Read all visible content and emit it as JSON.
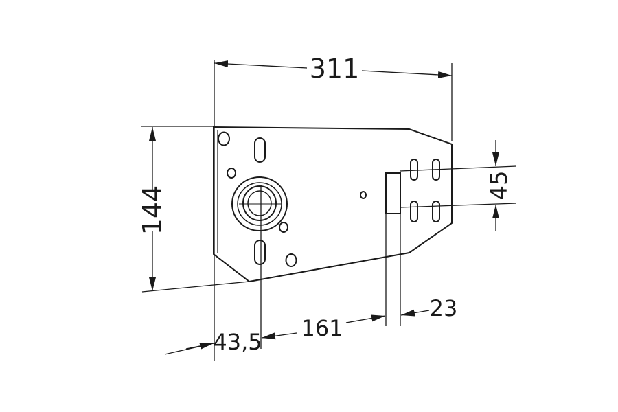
{
  "dimensions": {
    "overall_width": "311",
    "overall_height": "144",
    "slot_spacing": "45",
    "hole_offset": "43,5",
    "hole_to_tab": "161",
    "tab_width": "23"
  }
}
